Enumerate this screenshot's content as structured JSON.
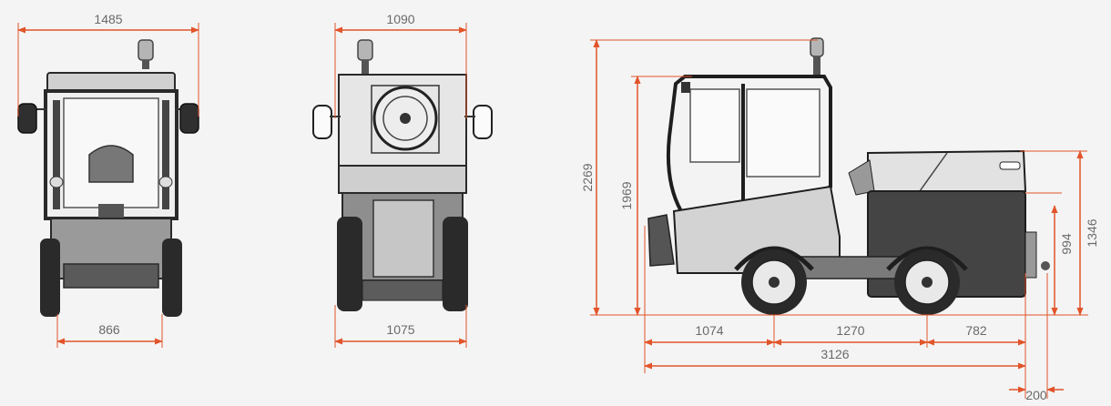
{
  "colors": {
    "background": "#f4f4f4",
    "dimension_line": "#e2542a",
    "label": "#6a6a6a",
    "body_dark": "#2a2a2a",
    "body_mid": "#8c8c8c",
    "body_light": "#d9d9d9",
    "beacon": "#b5b5b5"
  },
  "front_view": {
    "width_overall": "1485",
    "track": "866"
  },
  "rear_view": {
    "width_top": "1090",
    "width_bottom": "1075"
  },
  "side_view": {
    "height_overall": "2269",
    "height_cab": "1969",
    "height_rear": "1346",
    "height_hitch": "994",
    "front_overhang": "1074",
    "wheelbase": "1270",
    "rear_overhang": "782",
    "length": "3126",
    "hitch_offset": "200"
  }
}
